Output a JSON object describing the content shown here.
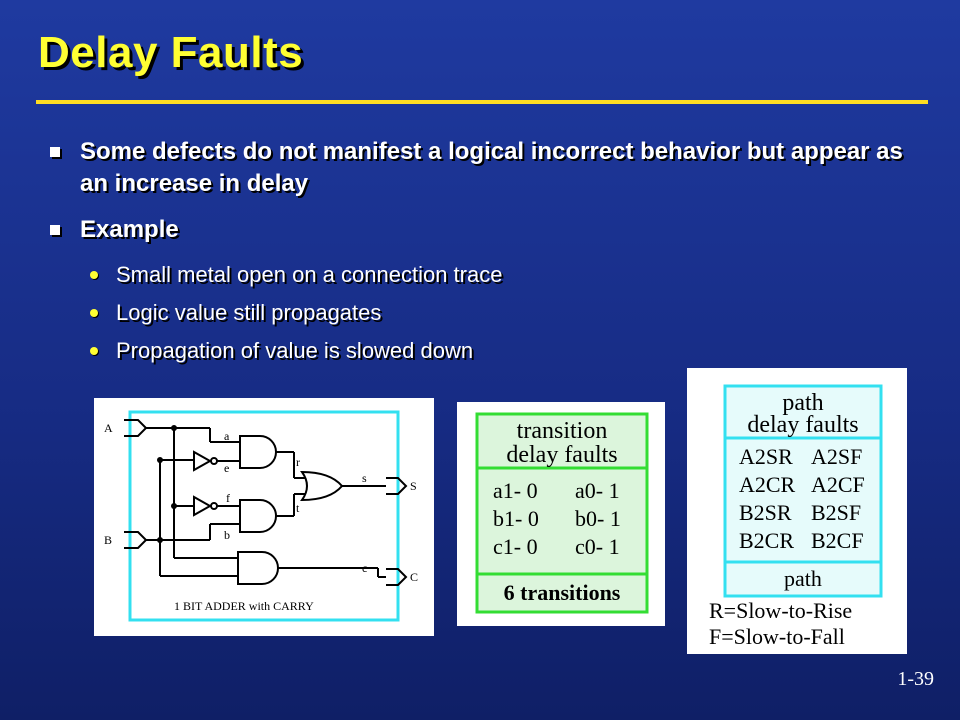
{
  "slide": {
    "title": "Delay Faults",
    "page_number": "1-39"
  },
  "bullets": [
    {
      "text": "Some defects do not manifest a logical incorrect behavior but appear as an increase in delay"
    },
    {
      "text": "Example"
    }
  ],
  "sub_bullets": [
    {
      "text": "Small metal open on a connection trace"
    },
    {
      "text": "Logic value still propagates"
    },
    {
      "text": "Propagation of value is slowed down"
    }
  ],
  "adder_figure": {
    "caption": "1 BIT ADDER with CARRY",
    "inputs": [
      "A",
      "B"
    ],
    "outputs": [
      "S",
      "C"
    ],
    "nets": [
      "a",
      "e",
      "f",
      "b",
      "r",
      "t",
      "s",
      "c"
    ]
  },
  "transition_table": {
    "header_line1": "transition",
    "header_line2": "delay faults",
    "rows": [
      [
        "a1- 0",
        "a0- 1"
      ],
      [
        "b1- 0",
        "b0- 1"
      ],
      [
        "c1- 0",
        "c0- 1"
      ]
    ],
    "footer": "6 transitions"
  },
  "path_table": {
    "header_line1": "path",
    "header_line2": "delay faults",
    "rows": [
      [
        "A2SR",
        "A2SF"
      ],
      [
        "A2CR",
        "A2CF"
      ],
      [
        "B2SR",
        "B2SF"
      ],
      [
        "B2CR",
        "B2CF"
      ]
    ],
    "footer": "path",
    "legend_rise": "R=Slow-to-Rise",
    "legend_fall": "F=Slow-to-Fall"
  },
  "colors": {
    "title": "#ffff33",
    "rule": "#ffdd22",
    "cyan_frame": "#33e0f0",
    "green_frame": "#33dd33",
    "table_fill": "#dcf5dc",
    "path_fill": "#e6fbfb"
  }
}
